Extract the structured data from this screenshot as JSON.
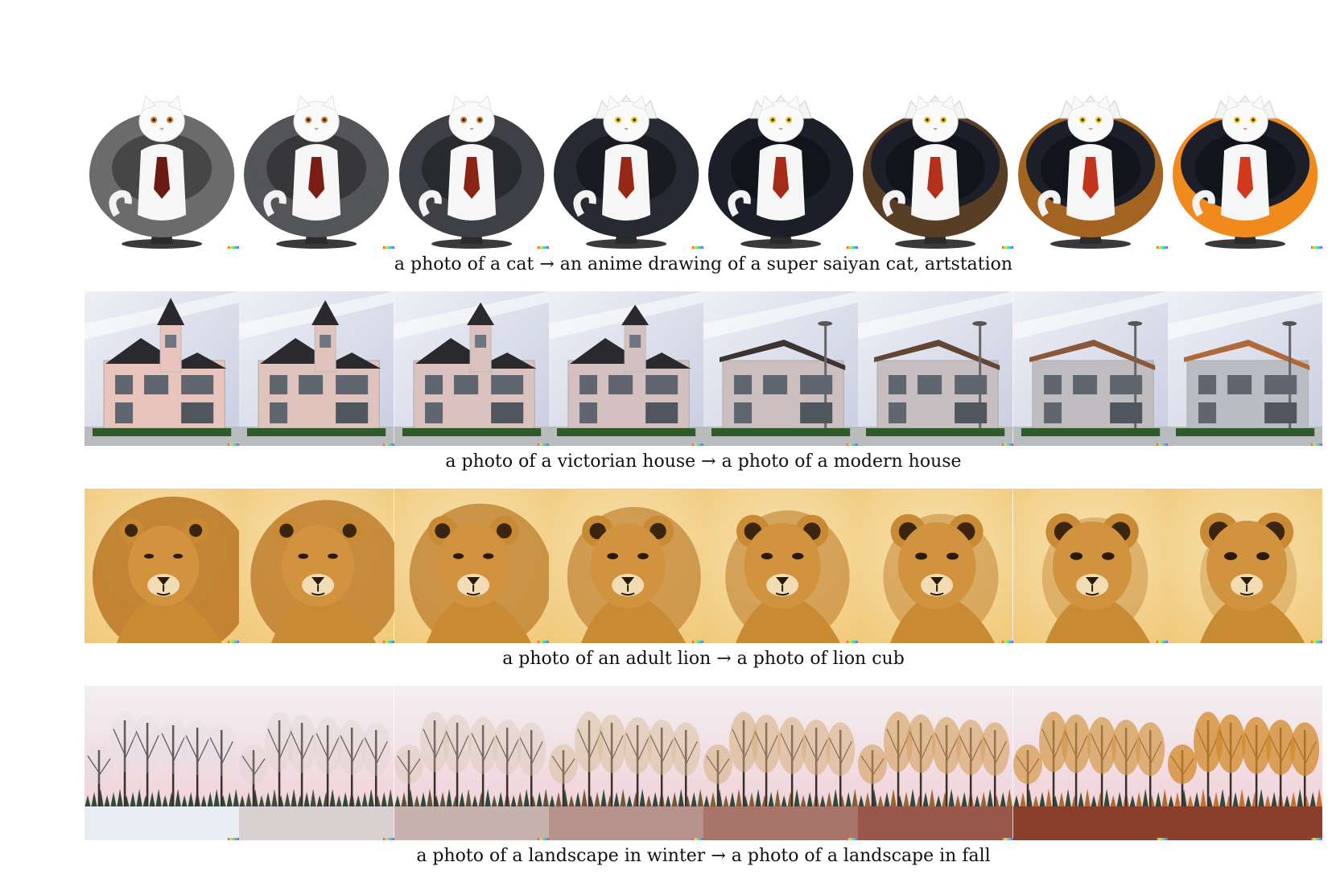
{
  "captions": {
    "cat": "a photo of a cat → an anime drawing of a super saiyan cat, artstation",
    "house": "a photo of a victorian house → a photo of a modern house",
    "lion": "a photo of an adult lion → a photo of lion cub",
    "landscape": "a photo of a landscape in winter → a photo of a landscape in fall"
  },
  "frames_per_row": 8,
  "colors": {
    "chair_gray": "#6b6b6b",
    "chair_black": "#1c1f2a",
    "chair_orange": "#f08a1c",
    "tie_brown": "#6b1a14",
    "tie_red": "#d2391c",
    "victorian_pink": "#e8c4bd",
    "modern_gray": "#b9bcc2",
    "roof_black": "#2a2a2e",
    "roof_copper": "#b06a3a",
    "lion_fur": "#c98a34",
    "lion_bg": "#f0c878",
    "winter_snow": "#e9eef4",
    "fall_ground": "#8a3e2c",
    "sky_pink": "#f1d4dc"
  }
}
